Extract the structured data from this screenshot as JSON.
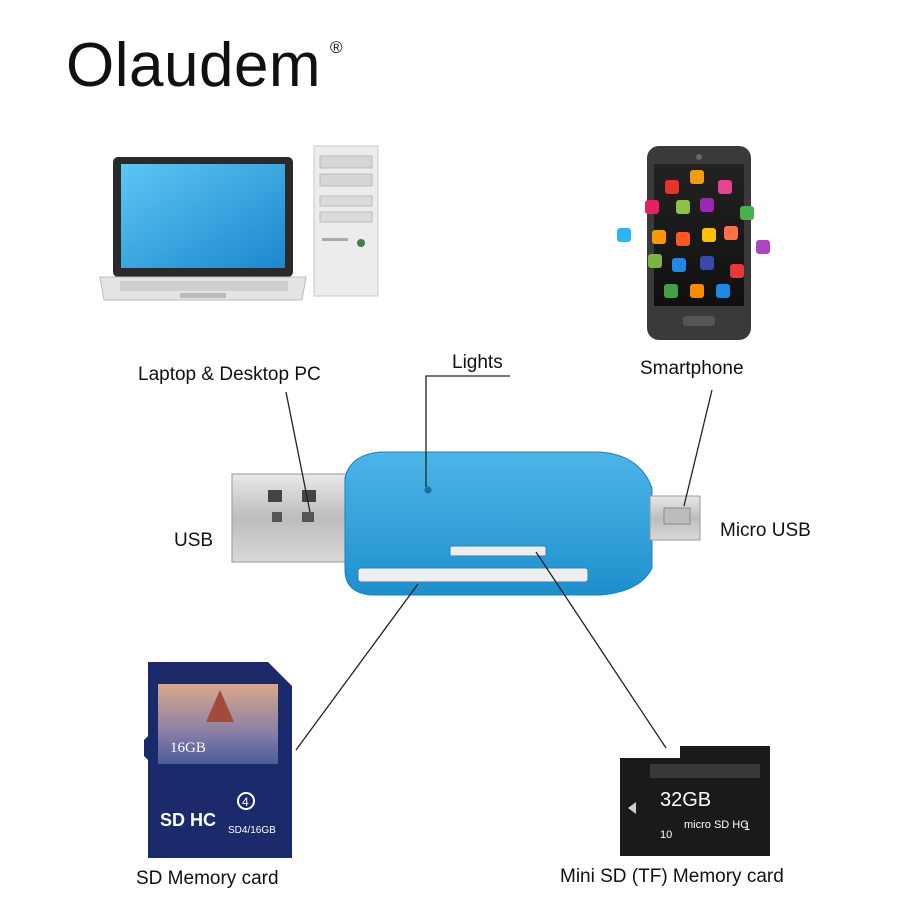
{
  "brand": {
    "name": "Olaudem",
    "registered_mark": "®"
  },
  "labels": {
    "laptop_desktop": "Laptop & Desktop PC",
    "lights": "Lights",
    "smartphone": "Smartphone",
    "usb": "USB",
    "micro_usb": "Micro USB",
    "sd_card": "SD Memory card",
    "tf_card": "Mini SD (TF) Memory card"
  },
  "sd_card": {
    "capacity": "16GB",
    "class": "4",
    "model": "SD4/16GB",
    "format": "SD HC"
  },
  "tf_card": {
    "capacity": "32GB",
    "class": "10",
    "format": "micro SD HC",
    "uhs": "1"
  },
  "colors": {
    "reader_blue": "#2b9fd8",
    "card_navy": "#1b2a6b",
    "tf_black": "#1a1a1a",
    "screen_blue": "#2a9de0"
  }
}
